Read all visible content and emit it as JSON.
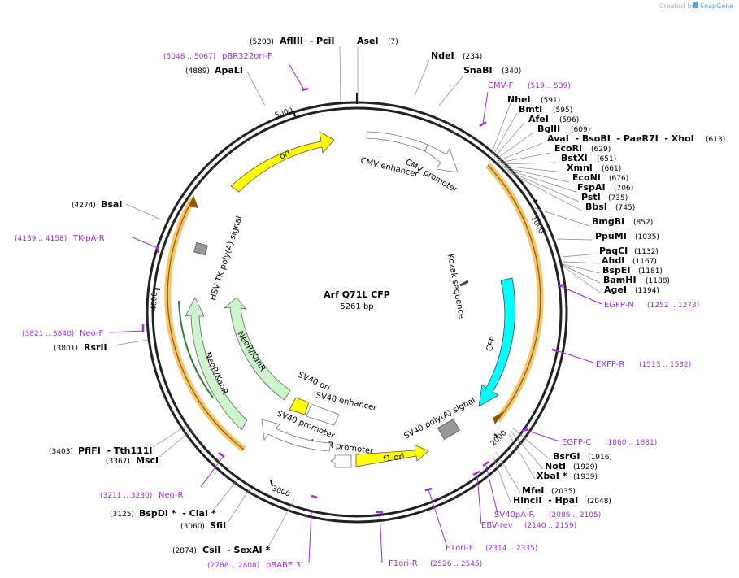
{
  "app": {
    "watermark": "Created by",
    "brand": "SnapGene"
  },
  "map": {
    "name": "Arf Q71L CFP",
    "length": "5261 bp",
    "total_bp": 5261,
    "tick_labels": [
      "1000",
      "2000",
      "3000",
      "4000",
      "5000"
    ]
  },
  "enzymes": [
    {
      "label": "AseI",
      "pos": "(7)"
    },
    {
      "label": "NdeI",
      "pos": "(234)"
    },
    {
      "label": "SnaBI",
      "pos": "(340)"
    },
    {
      "label": "NheI",
      "pos": "(591)"
    },
    {
      "label": "BmtI",
      "pos": "(595)"
    },
    {
      "label": "AfeI",
      "pos": "(596)"
    },
    {
      "label": "BglII",
      "pos": "(609)"
    },
    {
      "label": "AvaI  - BsoBI  - PaeR7I  - XhoI",
      "pos": "(613)"
    },
    {
      "label": "EcoRI",
      "pos": "(629)"
    },
    {
      "label": "BstXI",
      "pos": "(651)"
    },
    {
      "label": "XmnI",
      "pos": "(661)"
    },
    {
      "label": "EcoNI",
      "pos": "(676)"
    },
    {
      "label": "FspAI",
      "pos": "(706)"
    },
    {
      "label": "PstI",
      "pos": "(735)"
    },
    {
      "label": "BbsI",
      "pos": "(745)"
    },
    {
      "label": "BmgBI",
      "pos": "(852)"
    },
    {
      "label": "PpuMI",
      "pos": "(1035)"
    },
    {
      "label": "PaqCI",
      "pos": "(1132)"
    },
    {
      "label": "AhdI",
      "pos": "(1167)"
    },
    {
      "label": "BspEI",
      "pos": "(1181)"
    },
    {
      "label": "BamHI",
      "pos": "(1188)"
    },
    {
      "label": "AgeI",
      "pos": "(1194)"
    },
    {
      "label": "BsrGI",
      "pos": "(1916)"
    },
    {
      "label": "NotI",
      "pos": "(1929)"
    },
    {
      "label": "XbaI *",
      "pos": "(1939)"
    },
    {
      "label": "MfeI",
      "pos": "(2035)"
    },
    {
      "label": "HincII  - HpaI",
      "pos": "(2048)"
    },
    {
      "label": "CsiI  - SexAI *",
      "pos": "(2874)"
    },
    {
      "label": "SfiI",
      "pos": "(3060)"
    },
    {
      "label": "BspDI *  - ClaI *",
      "pos": "(3125)"
    },
    {
      "label": "MscI",
      "pos": "(3367)"
    },
    {
      "label": "PflFI  - Tth111I",
      "pos": "(3403)"
    },
    {
      "label": "RsrII",
      "pos": "(3801)"
    },
    {
      "label": "BsaI",
      "pos": "(4274)"
    },
    {
      "label": "ApaLI",
      "pos": "(4889)"
    },
    {
      "label": "AflIII  - PciI",
      "pos": "(5203)"
    }
  ],
  "primers": [
    {
      "label": "CMV-F",
      "range": "(519 .. 539)"
    },
    {
      "label": "EGFP-N",
      "range": "(1252 .. 1273)"
    },
    {
      "label": "EXFP-R",
      "range": "(1513 .. 1532)"
    },
    {
      "label": "EGFP-C",
      "range": "(1860 .. 1881)"
    },
    {
      "label": "SV40pA-R",
      "range": "(2086 .. 2105)"
    },
    {
      "label": "EBV-rev",
      "range": "(2140 .. 2159)"
    },
    {
      "label": "F1ori-F",
      "range": "(2314 .. 2335)"
    },
    {
      "label": "F1ori-R",
      "range": "(2526 .. 2545)"
    },
    {
      "label": "pBABE 3'",
      "range": "(2788 .. 2808)"
    },
    {
      "label": "Neo-R",
      "range": "(3211 .. 3230)"
    },
    {
      "label": "Neo-F",
      "range": "(3821 .. 3840)"
    },
    {
      "label": "TK-pA-R",
      "range": "(4139 .. 4158)"
    },
    {
      "label": "pBR322ori-F",
      "range": "(5048 .. 5067)"
    }
  ],
  "features": {
    "ori": "ori",
    "cmv_enhancer": "CMV enhancer",
    "cmv_promoter": "CMV promoter",
    "kozak": "Kozak sequence",
    "cfp": "CFP",
    "sv40_polya": "SV40 poly(A) signal",
    "f1_ori": "f1 ori",
    "ampr_promoter": "AmpR promoter",
    "sv40_promoter": "SV40 promoter",
    "sv40_ori": "SV40 ori",
    "sv40_enhancer": "SV40 enhancer",
    "neor_inner": "NeoR/KanR",
    "neor_outer": "NeoR/KanR",
    "hsv_tk_polya": "HSV TK poly(A) signal"
  },
  "colors": {
    "ori": "#ffff00",
    "cfp": "#00ffff",
    "neor": "#ccf5cc",
    "neor_outline": "#2e7d32",
    "orf_halo": "#f5c46b",
    "orf_line": "#8a5a00",
    "primer": "#9b30d9",
    "polya": "#999999",
    "promoter": "#ffffff"
  }
}
